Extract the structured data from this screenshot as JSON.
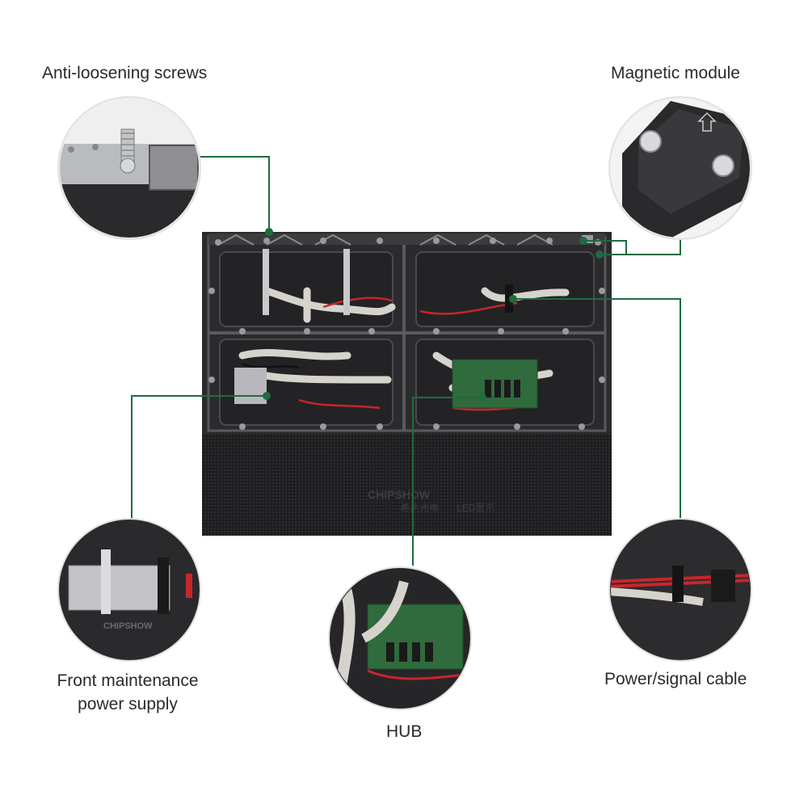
{
  "callouts": {
    "screws": "Anti-loosening screws",
    "magnetic": "Magnetic module",
    "power_supply_line1": "Front maintenance",
    "power_supply_line2": "power supply",
    "hub": "HUB",
    "cable": "Power/signal cable"
  },
  "brand": {
    "name": "CHIPSHOW",
    "cn": "希达光电",
    "cn_right": "LED显示"
  },
  "colors": {
    "leader": "#1f6b40",
    "panel": "#2c2c2e",
    "led_face": "#1d1d1f",
    "ribbon": "#d6d3cc",
    "wire_red": "#c8262a",
    "pcb": "#2f6b3d"
  }
}
